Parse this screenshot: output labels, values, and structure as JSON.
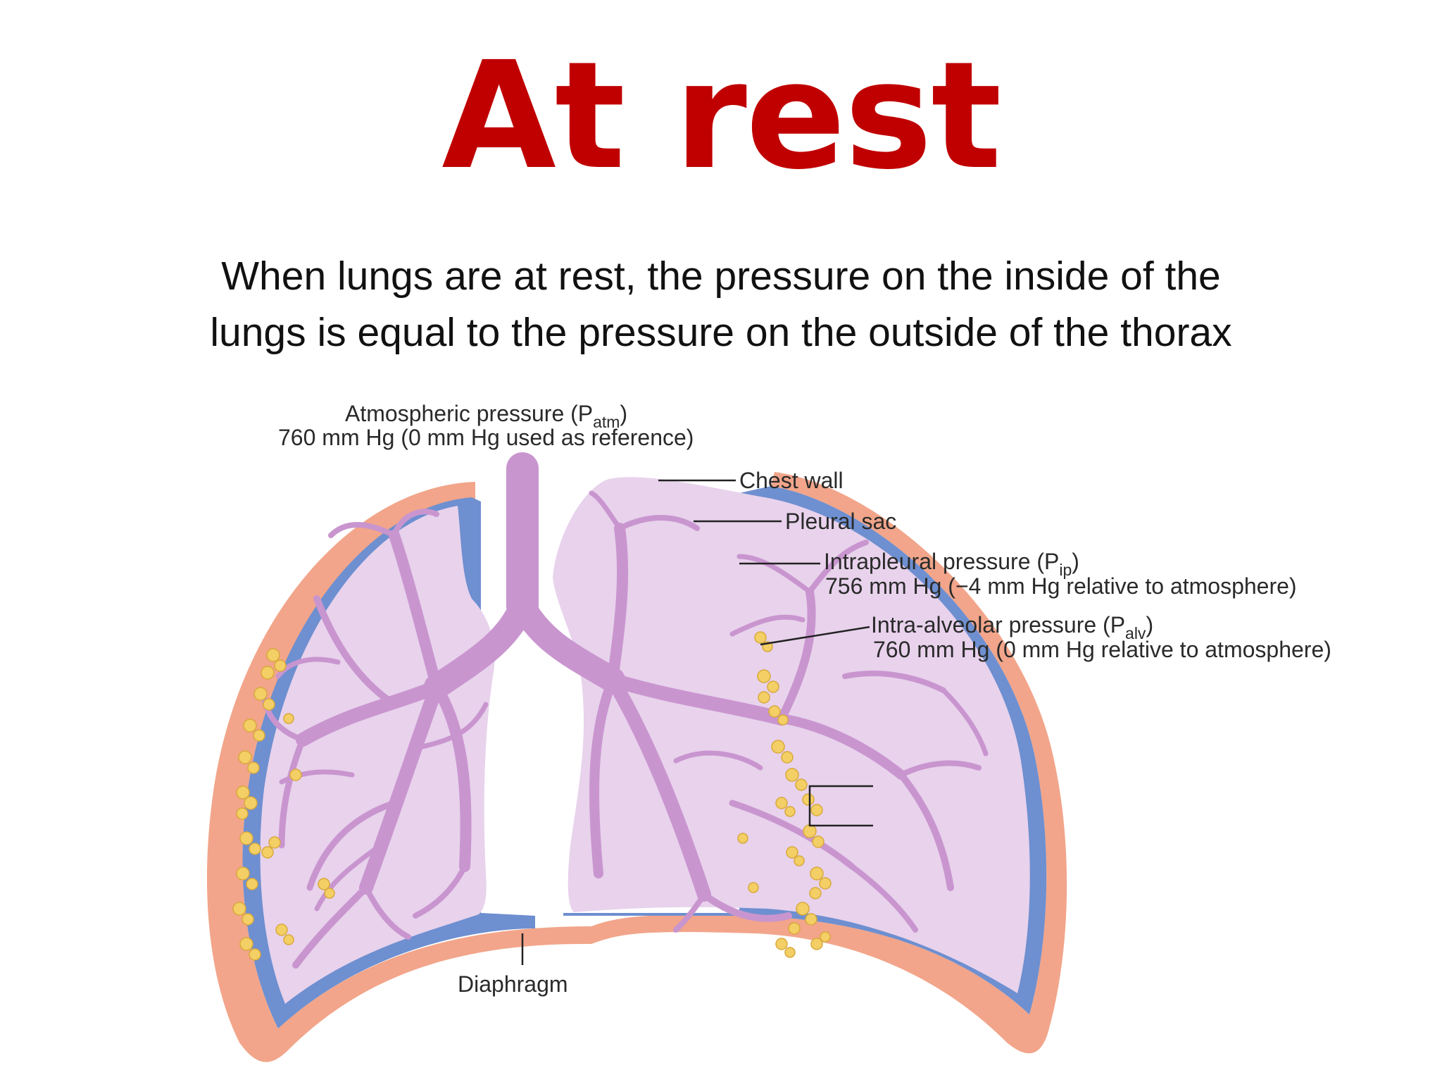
{
  "title": "At rest",
  "description_lines": [
    "When lungs are at rest, the pressure on the inside of the",
    "lungs is equal to the pressure on the outside of the thorax"
  ],
  "labels": {
    "atmospheric": {
      "line1_prefix": "Atmospheric pressure (P",
      "line1_sub": "atm",
      "line1_suffix": ")",
      "line2": "760 mm Hg (0 mm Hg used as reference)"
    },
    "chest_wall": "Chest wall",
    "pleural_sac": "Pleural sac",
    "intrapleural": {
      "line1_prefix": "Intrapleural pressure (P",
      "line1_sub": "ip",
      "line1_suffix": ")",
      "line2": "756 mm Hg (−4 mm Hg relative to atmosphere)"
    },
    "intra_alveolar": {
      "line1_prefix": "Intra-alveolar pressure (P",
      "line1_sub": "alv",
      "line1_suffix": ")",
      "line2": "760 mm Hg (0 mm Hg relative to atmosphere)"
    },
    "diaphragm": "Diaphragm"
  },
  "colors": {
    "title": "#c00000",
    "chest_wall": "#f2a58a",
    "pleura": "#6e8fd0",
    "lung_tissue": "#e8d2ec",
    "airways": "#c995cf",
    "alveoli": "#f3cf66"
  }
}
